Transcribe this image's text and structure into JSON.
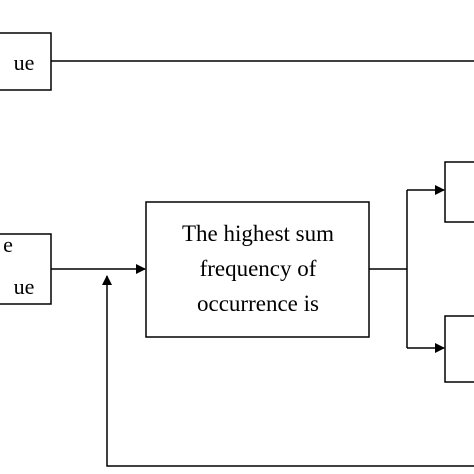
{
  "diagram": {
    "nodes": {
      "top_left": {
        "lines": [
          "ue"
        ]
      },
      "mid_left": {
        "lines": [
          "e",
          "ue"
        ]
      },
      "center": {
        "lines": [
          "The highest sum",
          "frequency of",
          "occurrence is"
        ]
      }
    },
    "colors": {
      "stroke": "#000000",
      "text": "#000000",
      "background": "#ffffff"
    }
  }
}
